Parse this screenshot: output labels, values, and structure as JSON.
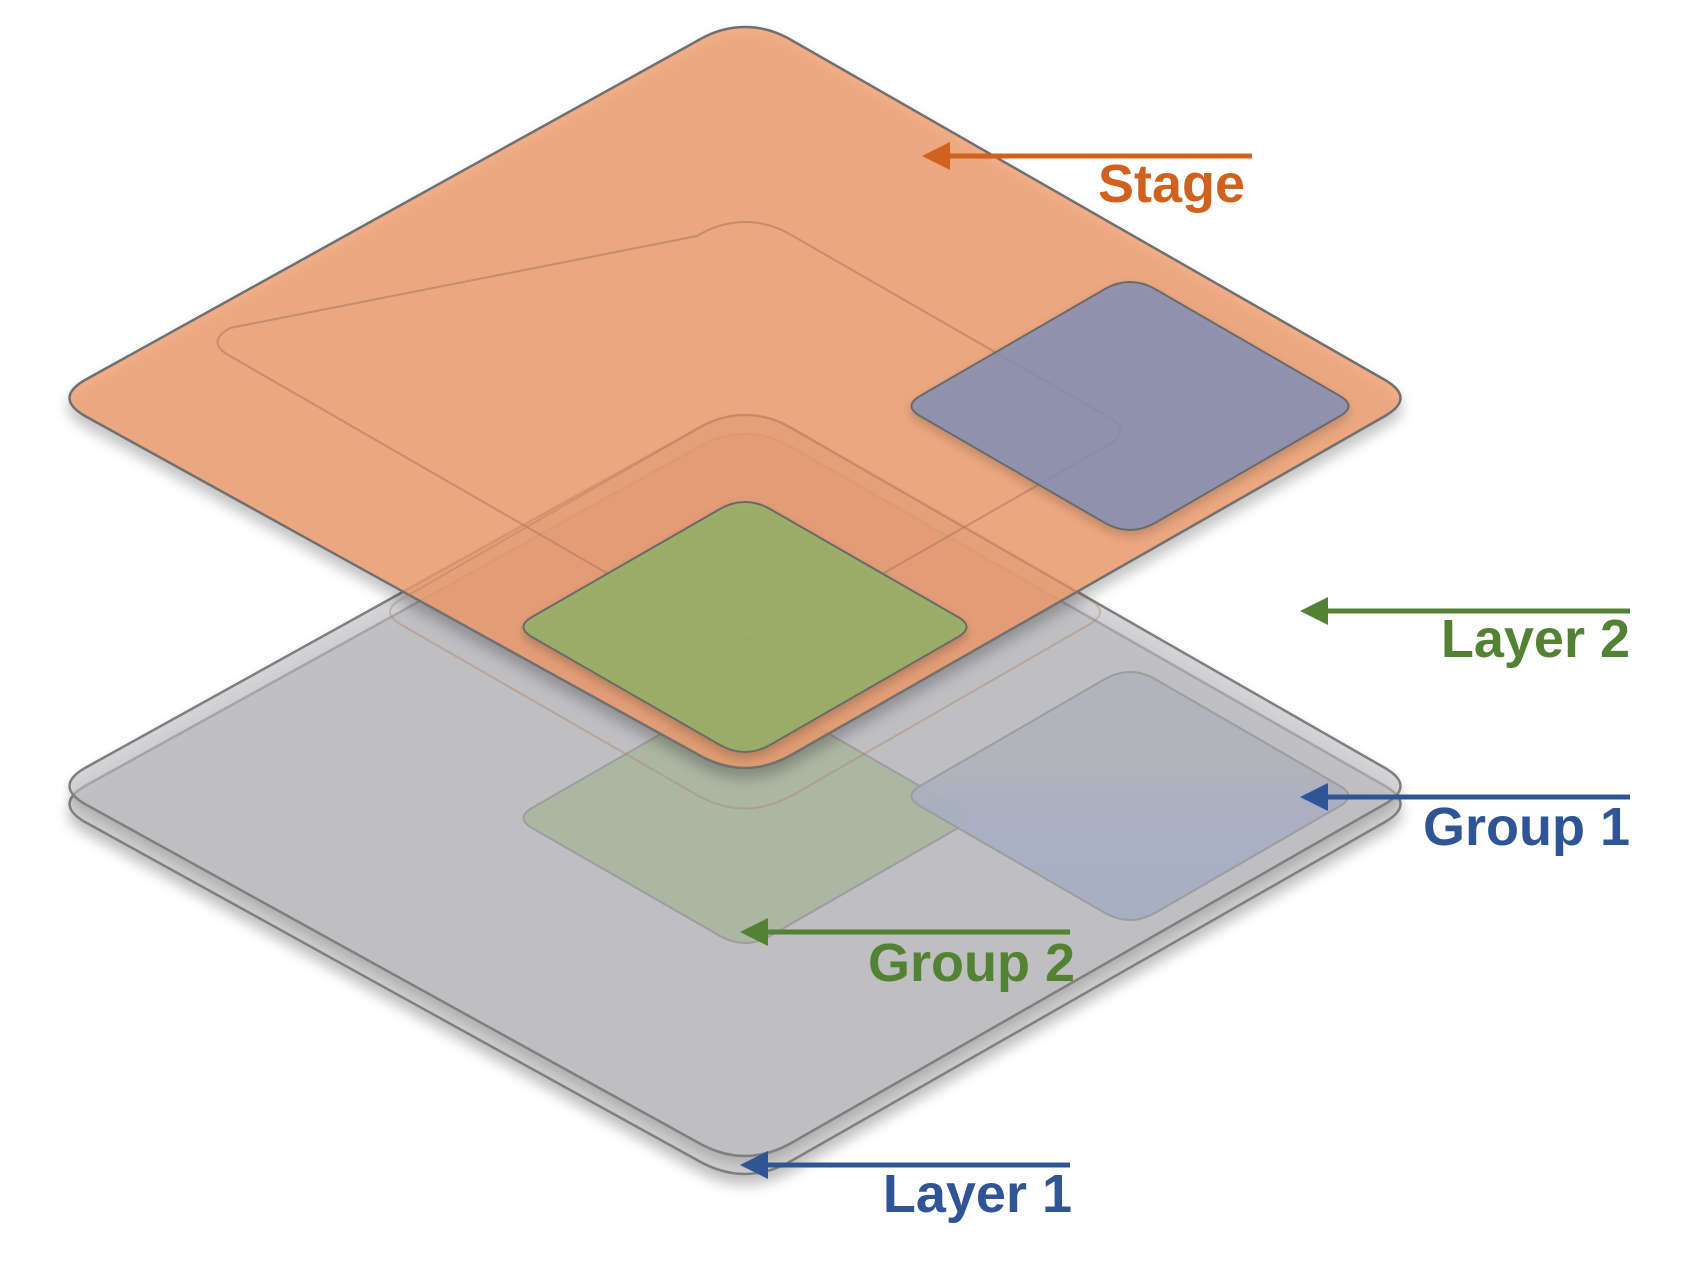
{
  "colors": {
    "stage": "#D0611F",
    "stage_fill": "#EFA680",
    "layer_fill": "#C4C3C6",
    "group1": "#2F5597",
    "group1_fill": "#6E8FCB",
    "group2": "#548235",
    "group2_fill": "#8DB36B",
    "outline": "#7F7F7F"
  },
  "labels": {
    "stage": "Stage",
    "layer2": "Layer 2",
    "group1": "Group 1",
    "group2": "Group 2",
    "layer1": "Layer 1"
  }
}
